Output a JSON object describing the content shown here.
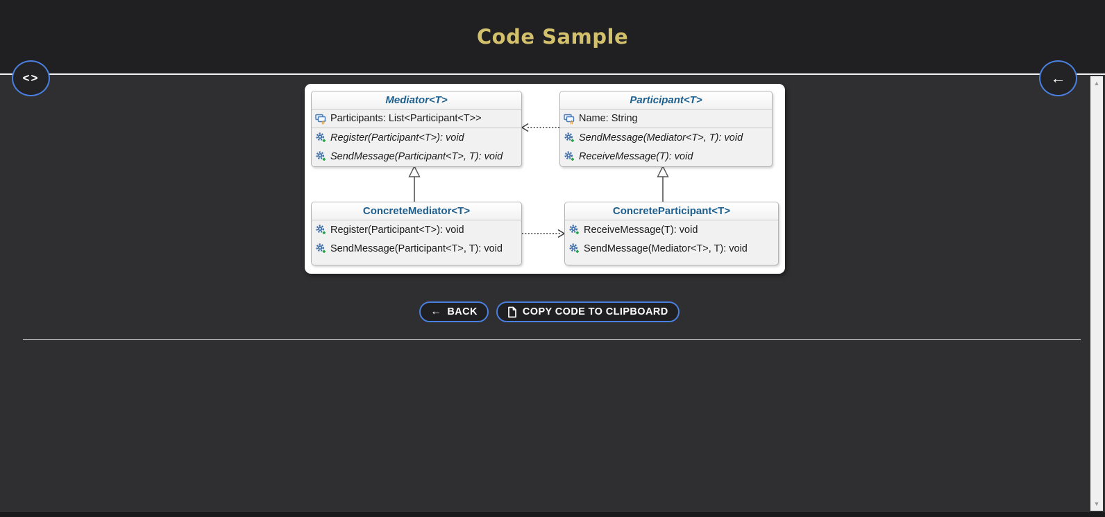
{
  "header": {
    "title": "Code Sample"
  },
  "fabs": {
    "code_icon": "<>",
    "back_icon": "←"
  },
  "diagram": {
    "classes": [
      {
        "name": "Mediator<T>",
        "fields": [
          "Participants: List<Participant<T>>"
        ],
        "methods": [
          "Register(Participant<T>): void",
          "SendMessage(Participant<T>, T): void"
        ]
      },
      {
        "name": "Participant<T>",
        "fields": [
          "Name: String"
        ],
        "methods": [
          "SendMessage(Mediator<T>, T): void",
          "ReceiveMessage(T): void"
        ]
      },
      {
        "name": "ConcreteMediator<T>",
        "fields": [],
        "methods": [
          "Register(Participant<T>): void",
          "SendMessage(Participant<T>, T): void"
        ]
      },
      {
        "name": "ConcreteParticipant<T>",
        "fields": [],
        "methods": [
          "ReceiveMessage(T): void",
          "SendMessage(Mediator<T>, T): void"
        ]
      }
    ]
  },
  "actions": {
    "back_icon": "←",
    "back_label": "BACK",
    "copy_label": "COPY CODE TO CLIPBOARD"
  },
  "scrollbar": {
    "up_icon": "▲",
    "down_icon": "▼"
  },
  "colors": {
    "accent_blue": "#4a80e0",
    "title_gold": "#d2c06d",
    "class_name_blue": "#1d5f8e",
    "header_bg": "#202022",
    "body_bg": "#2f2f31"
  }
}
